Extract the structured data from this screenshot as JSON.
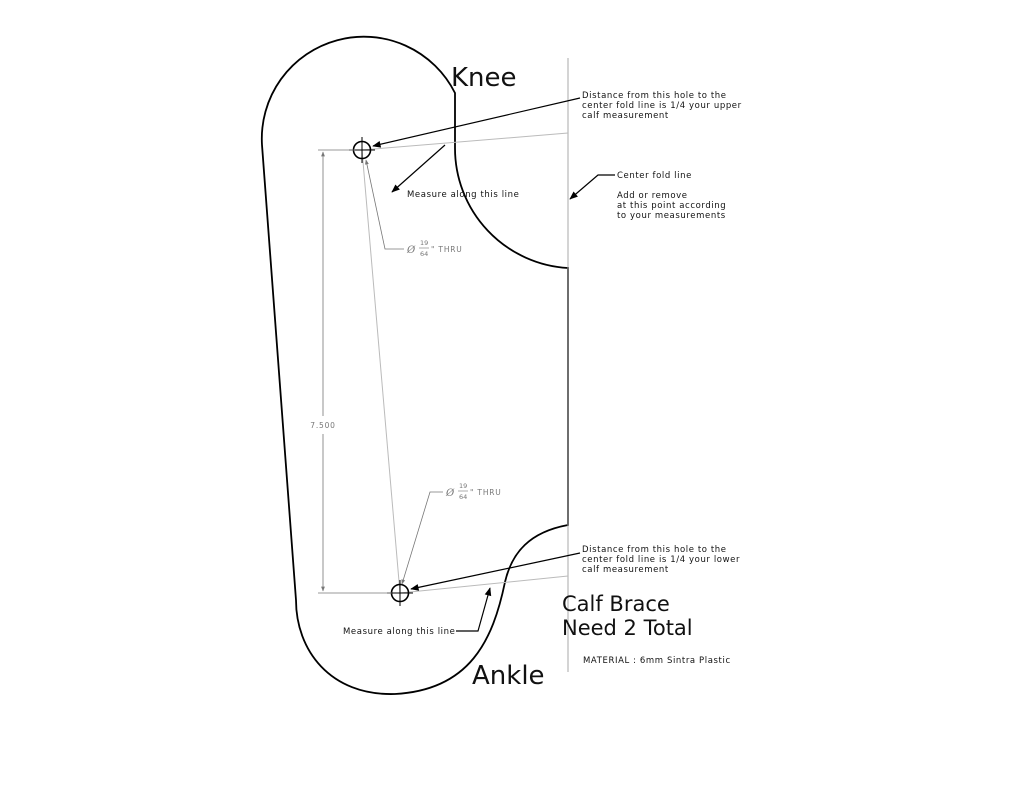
{
  "labels": {
    "knee": "Knee",
    "ankle": "Ankle",
    "title_line1": "Calf Brace",
    "title_line2": "Need 2 Total",
    "material": "MATERIAL : 6mm Sintra Plastic"
  },
  "notes": {
    "upper_hole": [
      "Distance from this hole to the",
      "center fold line is 1/4 your upper",
      "calf measurement"
    ],
    "lower_hole": [
      "Distance from this hole to the",
      "center fold line is 1/4 your lower",
      "calf measurement"
    ],
    "center_fold": "Center fold line",
    "adjust": [
      "Add or remove",
      "at this point according",
      "to your measurements"
    ],
    "measure_upper": "Measure along this line",
    "measure_lower": "Measure along this line"
  },
  "dimensions": {
    "hole_spacing": "7.500",
    "hole_diameter_num": "19",
    "hole_diameter_den": "64",
    "hole_diameter_prefix": "Ø",
    "hole_diameter_suffix": "\" THRU"
  },
  "colors": {
    "outline": "#000000",
    "construction": "#aaaaaa",
    "dimension": "#777777"
  }
}
